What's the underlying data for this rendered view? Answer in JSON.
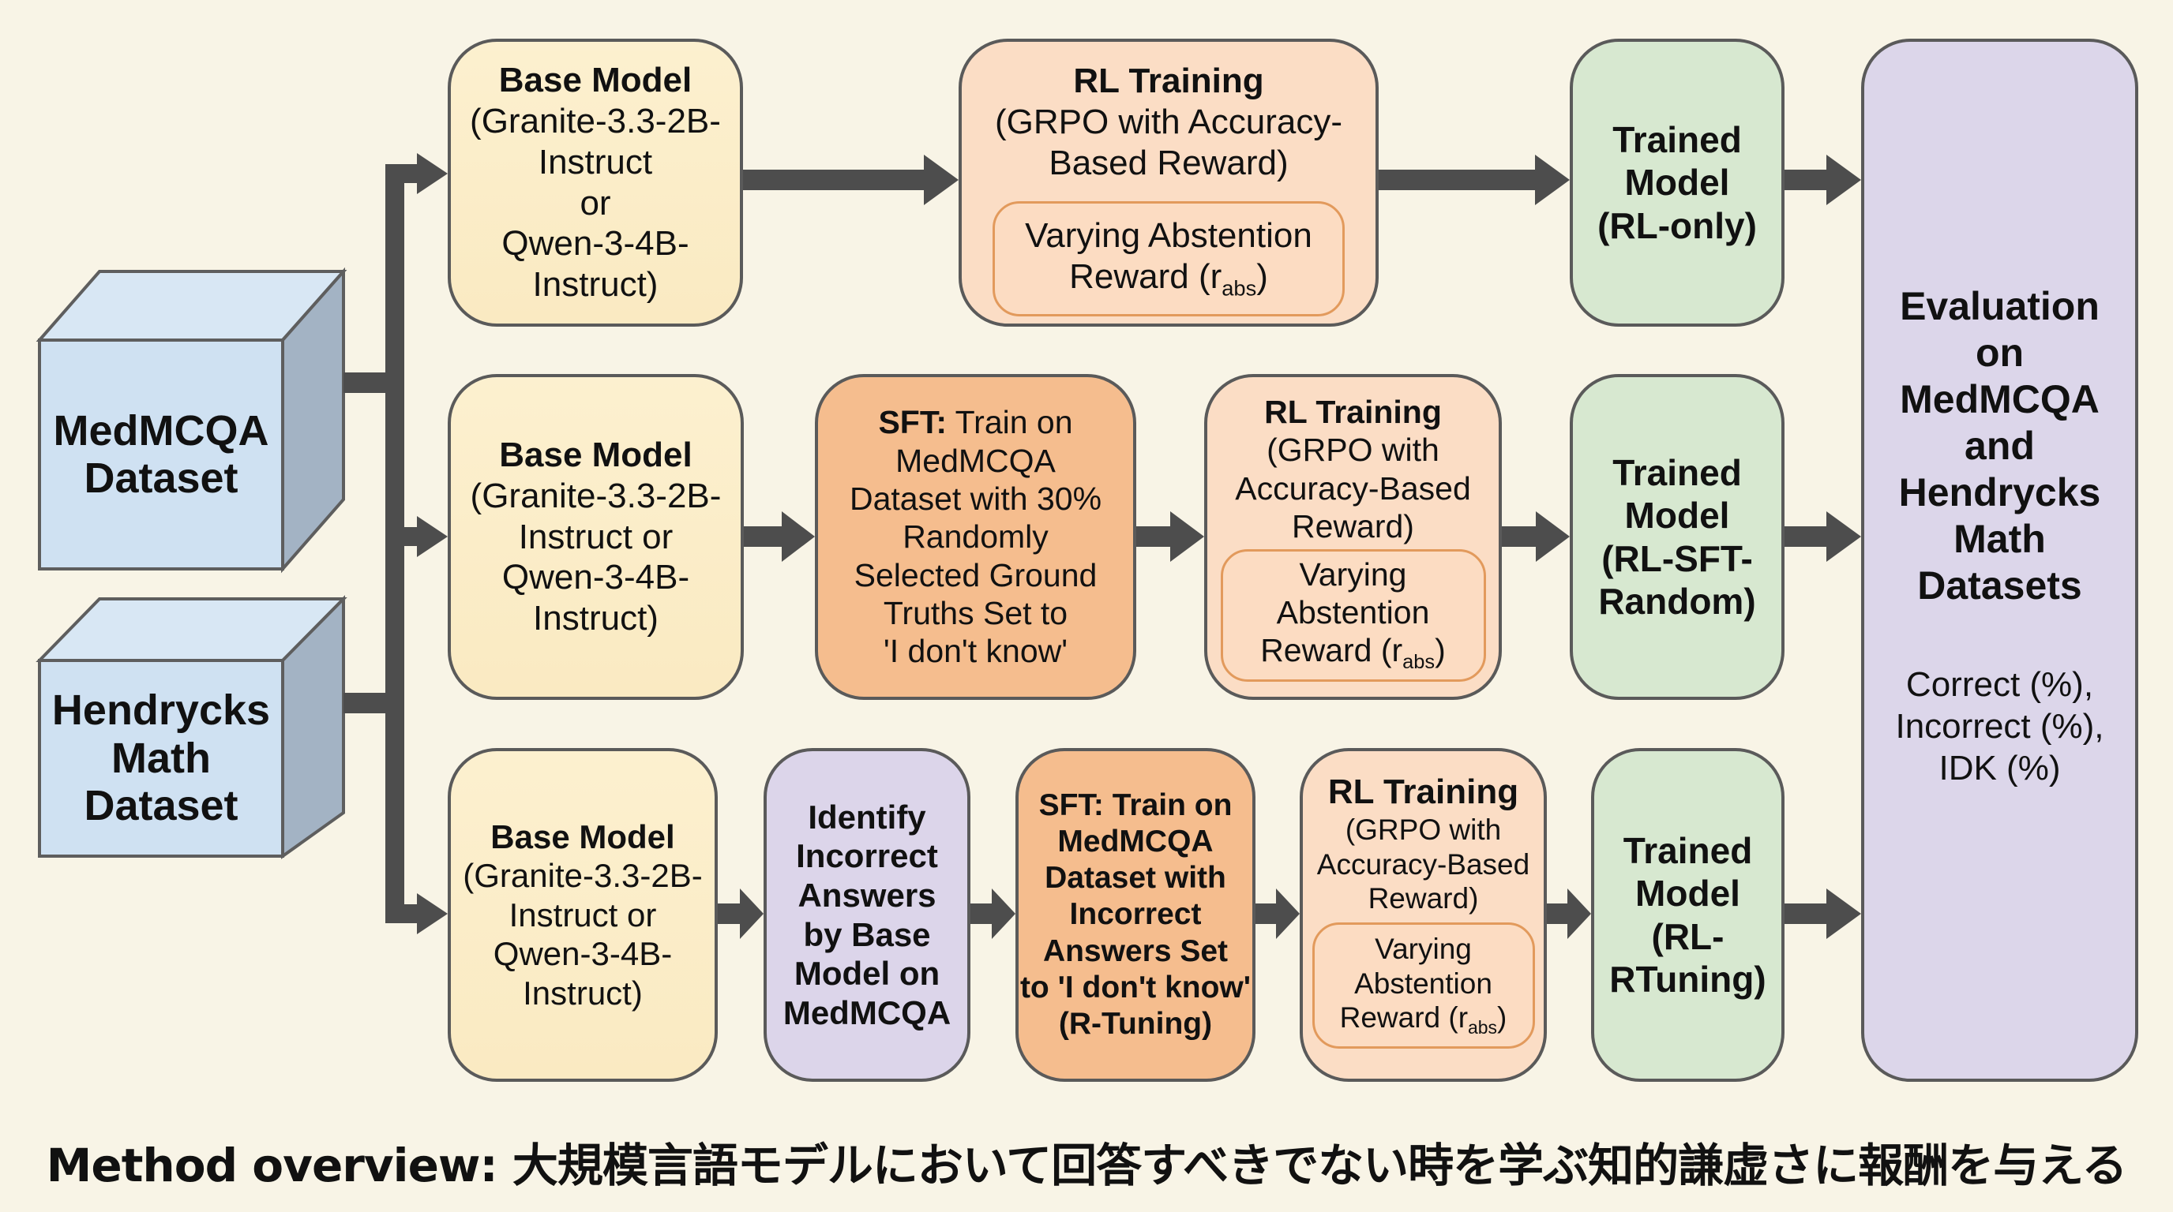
{
  "diagram": {
    "inputs": [
      {
        "id": "medmcqa",
        "lines": [
          "MedMCQA",
          "Dataset"
        ]
      },
      {
        "id": "hendrycks",
        "lines": [
          "Hendrycks",
          "Math",
          "Dataset"
        ]
      }
    ],
    "pipelines": [
      {
        "name": "RL-only",
        "base_model": {
          "title": "Base Model",
          "lines": [
            "(Granite-3.3-2B-",
            "Instruct",
            "or",
            "Qwen-3-4B-",
            "Instruct)"
          ]
        },
        "rl_training": {
          "title": "RL Training",
          "lines": [
            "(GRPO with Accuracy-",
            "Based Reward)"
          ],
          "inner": {
            "line1": "Varying Abstention",
            "line2_prefix": "Reward (r",
            "subscript": "abs",
            "suffix": ")"
          }
        },
        "trained": {
          "lines": [
            "Trained",
            "Model",
            "(RL-only)"
          ]
        }
      },
      {
        "name": "RL-SFT-Random",
        "base_model": {
          "title": "Base Model",
          "lines": [
            "(Granite-3.3-2B-",
            "Instruct or",
            "Qwen-3-4B-",
            "Instruct)"
          ]
        },
        "sft": {
          "title": "SFT:",
          "title_rest": " Train on",
          "lines": [
            "MedMCQA",
            "Dataset with 30%",
            "Randomly",
            "Selected Ground",
            "Truths Set to",
            "'I don't know'"
          ]
        },
        "rl_training": {
          "title": "RL Training",
          "lines": [
            "(GRPO with",
            "Accuracy-Based",
            "Reward)"
          ],
          "inner": {
            "line1": "Varying",
            "line1b": "Abstention",
            "line2_prefix": "Reward (r",
            "subscript": "abs",
            "suffix": ")"
          }
        },
        "trained": {
          "lines": [
            "Trained",
            "Model",
            "(RL-SFT-",
            "Random)"
          ]
        }
      },
      {
        "name": "RL-RTuning",
        "base_model": {
          "title": "Base Model",
          "lines": [
            "(Granite-3.3-2B-",
            "Instruct or",
            "Qwen-3-4B-",
            "Instruct)"
          ]
        },
        "identify": {
          "lines": [
            "Identify",
            "Incorrect",
            "Answers",
            "by Base",
            "Model on",
            "MedMCQA"
          ]
        },
        "sft": {
          "title": "SFT:",
          "title_rest": " Train on",
          "lines": [
            "MedMCQA",
            "Dataset with",
            "Incorrect",
            "Answers Set",
            "to 'I don't know'",
            "(R-Tuning)"
          ]
        },
        "rl_training": {
          "title": "RL Training",
          "lines": [
            "(GRPO with",
            "Accuracy-Based",
            "Reward)"
          ],
          "inner": {
            "line1": "Varying",
            "line1b": "Abstention",
            "line2_prefix": "Reward (r",
            "subscript": "abs",
            "suffix": ")"
          }
        },
        "trained": {
          "lines": [
            "Trained",
            "Model",
            "(RL-",
            "RTuning)"
          ]
        }
      }
    ],
    "evaluation": {
      "title_lines": [
        "Evaluation",
        "on",
        "MedMCQA",
        "and",
        "Hendrycks",
        "Math",
        "Datasets"
      ],
      "metric_lines": [
        "Correct (%),",
        "Incorrect (%),",
        "IDK (%)"
      ]
    },
    "caption": "Method overview: 大規模言語モデルにおいて回答すべきでない時を学ぶ知的謙虚さに報酬を与える"
  },
  "colors": {
    "background": "#f8f4e6",
    "arrow": "#4d4d4d",
    "dataset": "#cfe1f2",
    "base_model": "#fbecc6",
    "rl_training": "#fbddc5",
    "sft": "#f5bd8e",
    "identify": "#dcd5ea",
    "trained": "#d7e8d0",
    "evaluation": "#dcd6ea"
  }
}
